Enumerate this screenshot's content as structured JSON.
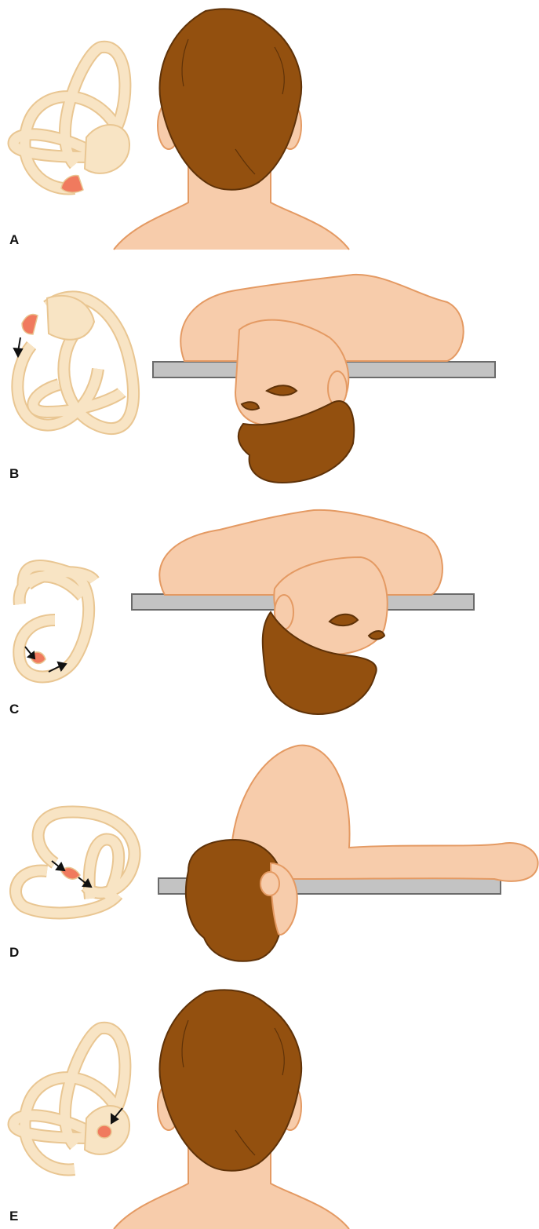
{
  "colors": {
    "canal_fill": "#f8e4c4",
    "canal_stroke": "#e9c692",
    "otolith": "#f07a5e",
    "skin": "#f7ccab",
    "skin_stroke": "#e49a63",
    "hair": "#93500f",
    "hair_stroke": "#5f3208",
    "table": "#c3c3c3",
    "table_stroke": "#6b6b6b",
    "arrow": "#111111"
  },
  "panels": [
    {
      "label": "A",
      "view": "head-upright-back-view",
      "arrows": 0
    },
    {
      "label": "B",
      "view": "head-hanging-right",
      "arrows": 1
    },
    {
      "label": "C",
      "view": "head-hanging-left",
      "arrows": 2
    },
    {
      "label": "D",
      "view": "lying-on-side",
      "arrows": 2
    },
    {
      "label": "E",
      "view": "head-upright-back-view",
      "arrows": 1
    }
  ]
}
